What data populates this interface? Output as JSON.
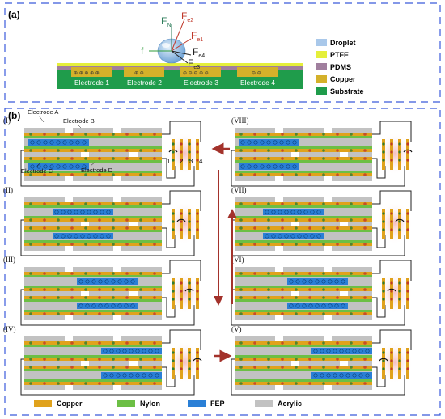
{
  "panel_a": {
    "label": "(a)",
    "forces": {
      "fn_base": "F",
      "fn_sub": "N",
      "fe2_base": "F",
      "fe2_sub": "e2",
      "fe1_base": "F",
      "fe1_sub": "e1",
      "f": "f",
      "fe4_base": "F",
      "fe4_sub": "e4",
      "fe3_base": "F",
      "fe3_sub": "e3"
    },
    "electrodes": [
      "Electrode 1",
      "Electrode 2",
      "Electrode 3",
      "Electrode 4"
    ],
    "legend": [
      {
        "name": "Droplet",
        "color": "#a9c8ea"
      },
      {
        "name": "PTFE",
        "color": "#e5ef3a"
      },
      {
        "name": "PDMS",
        "color": "#a07f9e"
      },
      {
        "name": "Copper",
        "color": "#d4b12a"
      },
      {
        "name": "Substrate",
        "color": "#1f9c4b"
      }
    ]
  },
  "panel_b": {
    "label": "(b)",
    "electrode_labels": {
      "a": "Electrode A",
      "b": "Electrode B",
      "c": "Electrode C",
      "d": "Electrode D"
    },
    "bar_numbers": [
      "1",
      "2",
      "3",
      "4"
    ],
    "stages": [
      "(I)",
      "(II)",
      "(III)",
      "(IV)",
      "(V)",
      "(VI)",
      "(VII)",
      "(VIII)"
    ],
    "legend": [
      {
        "name": "Copper",
        "color": "#e0a21c"
      },
      {
        "name": "Nylon",
        "color": "#6cbf45"
      },
      {
        "name": "FEP",
        "color": "#2a7fd6"
      },
      {
        "name": "Acrylic",
        "color": "#c2c2c2"
      }
    ]
  },
  "colors": {
    "frame": "#3b5bdb",
    "arrow": "#a3322b",
    "wire": "#222222"
  }
}
